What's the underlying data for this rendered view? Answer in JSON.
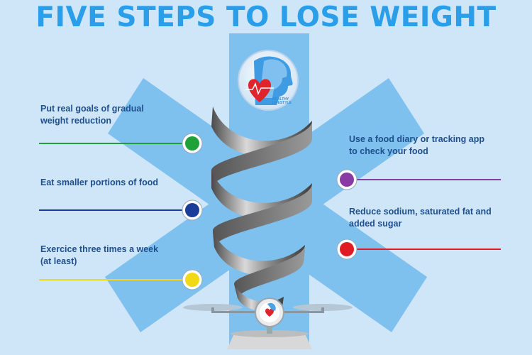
{
  "title": "FIVE STEPS TO LOSE WEIGHT",
  "logo": {
    "line1": "HEALTHY",
    "line2": "LIFESTYLE",
    "icon": "head-profile-heart-icon"
  },
  "steps_left": [
    {
      "line1": "Put real goals of gradual",
      "line2": "weight reduction",
      "color": "#1fa13a"
    },
    {
      "line1": "Eat smaller portions of food",
      "line2": "",
      "color": "#1b3d9a"
    },
    {
      "line1": "Exercice three times a week",
      "line2": "(at least)",
      "color": "#f2d915"
    }
  ],
  "steps_right": [
    {
      "line1": "Use a food diary or tracking app",
      "line2": "to check your food",
      "color": "#8a3aa5"
    },
    {
      "line1": "Reduce sodium, saturated fat and",
      "line2": "added sugar",
      "color": "#e01b23"
    }
  ],
  "colors": {
    "background": "#cfe6f8",
    "star": "#7ec0ee",
    "title": "#2a9ee8",
    "text": "#1f4f8c"
  }
}
